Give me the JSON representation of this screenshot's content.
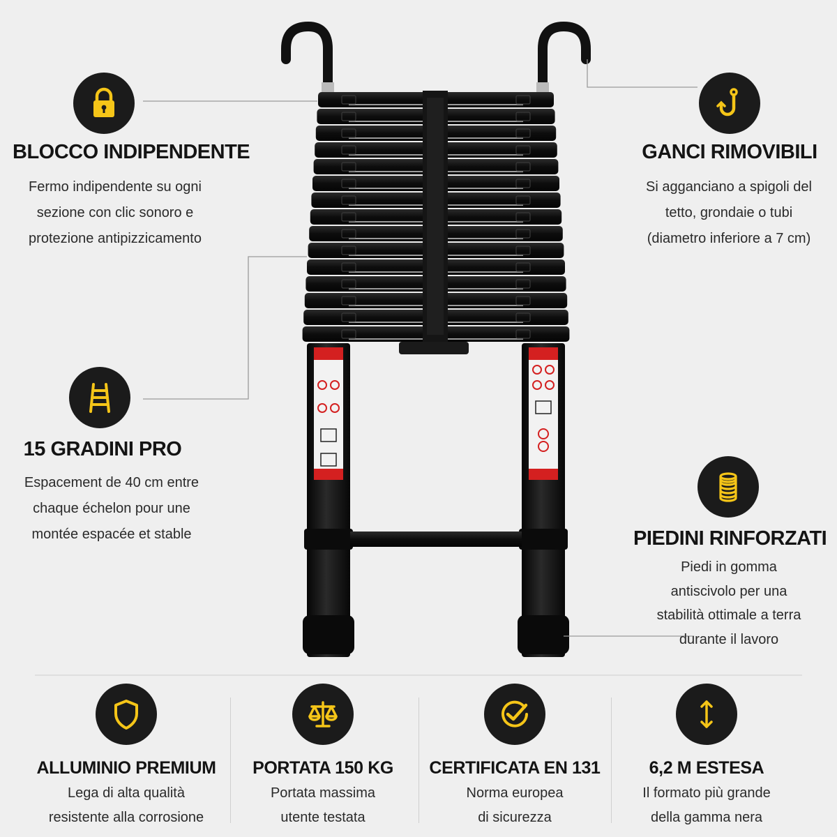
{
  "features": {
    "lock": {
      "icon": "padlock-icon",
      "title": "BLOCCO INDIPENDENTE",
      "lines": [
        "Fermo indipendente su ogni",
        "sezione con clic sonoro e",
        "protezione antipizzicamento"
      ]
    },
    "hooks": {
      "icon": "hook-icon",
      "title": "GANCI RIMOVIBILI",
      "lines": [
        "Si agganciano a spigoli del",
        "tetto, grondaie o tubi",
        "(diametro inferiore a 7 cm)"
      ]
    },
    "steps": {
      "icon": "ladder-icon",
      "title": "15 GRADINI PRO",
      "lines": [
        "Espacement de 40 cm entre",
        "chaque échelon pour une",
        "montée espacée et stable"
      ]
    },
    "feet": {
      "icon": "coil-stack-icon",
      "title": "PIEDINI RINFORZATI",
      "lines": [
        "Piedi in gomma",
        "antiscivolo per una",
        "stabilità ottimale a terra",
        "durante il lavoro"
      ]
    }
  },
  "bottom": [
    {
      "icon": "shield-icon",
      "title": "ALLUMINIO PREMIUM",
      "lines": [
        "Lega di alta qualità",
        "resistente alla corrosione"
      ]
    },
    {
      "icon": "scale-icon",
      "title": "PORTATA 150 KG",
      "lines": [
        "Portata massima",
        "utente testata"
      ]
    },
    {
      "icon": "check-badge-icon",
      "title": "CERTIFICATA EN 131",
      "lines": [
        "Norma europea",
        "di sicurezza"
      ]
    },
    {
      "icon": "vertical-arrows-icon",
      "title": "6,2 M ESTESA",
      "lines": [
        "Il formato più grande",
        "della gamma nera"
      ]
    }
  ],
  "colors": {
    "background": "#efefef",
    "accent": "#f5c518",
    "icon_bg": "#1b1b1b",
    "ladder": "#121212",
    "label_red": "#d42020"
  }
}
